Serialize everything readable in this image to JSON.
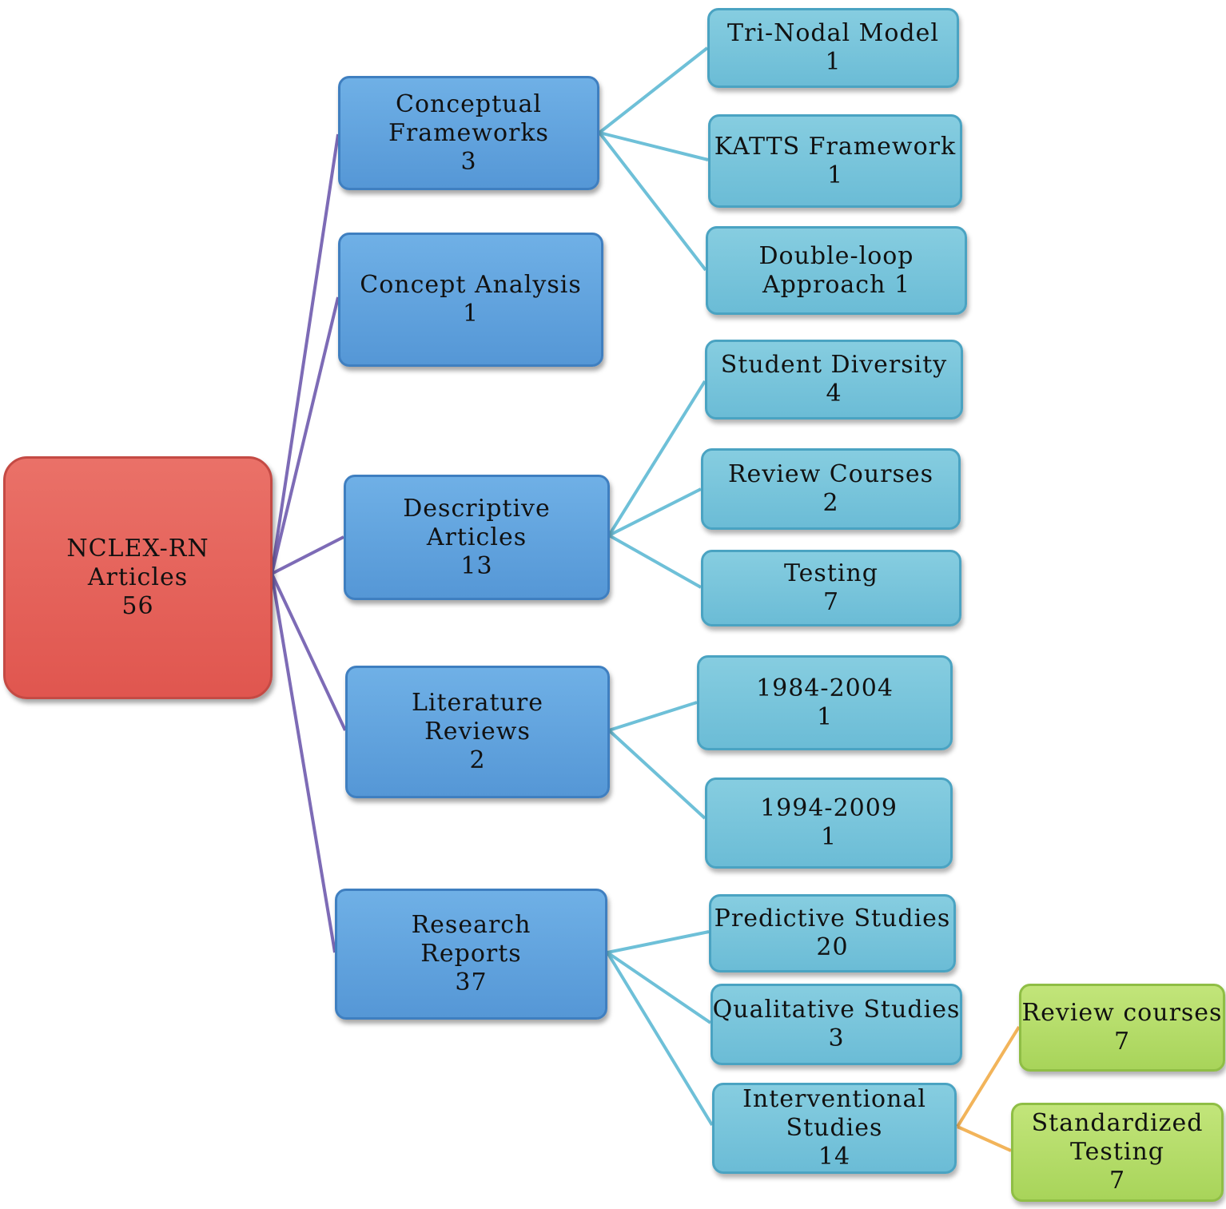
{
  "root": {
    "lines": [
      "NCLEX-RN",
      "Articles",
      "56"
    ]
  },
  "categories": {
    "conceptual_frameworks": {
      "lines": [
        "Conceptual",
        "Frameworks",
        "3"
      ]
    },
    "concept_analysis": {
      "lines": [
        "Concept Analysis",
        "1"
      ]
    },
    "descriptive_articles": {
      "lines": [
        "Descriptive",
        "Articles",
        "13"
      ]
    },
    "literature_reviews": {
      "lines": [
        "Literature",
        "Reviews",
        "2"
      ]
    },
    "research_reports": {
      "lines": [
        "Research",
        "Reports",
        "37"
      ]
    }
  },
  "subcategories": {
    "tri_nodal": {
      "lines": [
        "Tri-Nodal Model",
        "1"
      ]
    },
    "katts": {
      "lines": [
        "KATTS Framework",
        "1"
      ]
    },
    "double_loop": {
      "lines": [
        "Double-loop",
        "Approach 1"
      ]
    },
    "student_diversity": {
      "lines": [
        "Student Diversity",
        "4"
      ]
    },
    "review_courses": {
      "lines": [
        "Review Courses",
        "2"
      ]
    },
    "testing": {
      "lines": [
        "Testing",
        "7"
      ]
    },
    "range_1984_2004": {
      "lines": [
        "1984-2004",
        "1"
      ]
    },
    "range_1994_2009": {
      "lines": [
        "1994-2009",
        "1"
      ]
    },
    "predictive_studies": {
      "lines": [
        "Predictive Studies",
        "20"
      ]
    },
    "qualitative_studies": {
      "lines": [
        "Qualitative Studies",
        "3"
      ]
    },
    "interventional_studies": {
      "lines": [
        "Interventional",
        "Studies",
        "14"
      ]
    }
  },
  "leaves": {
    "review_courses_7": {
      "lines": [
        "Review courses",
        "7"
      ]
    },
    "standardized_testing": {
      "lines": [
        "Standardized",
        "Testing",
        "7"
      ]
    }
  },
  "colors": {
    "root_fill": "#e25c54",
    "category_fill": "#5b9edb",
    "subcategory_fill": "#75c3da",
    "leaf_fill": "#b4dc68",
    "root_connector": "#7d6bb6",
    "category_connector": "#6ec0d8",
    "leaf_connector": "#f2b45a"
  }
}
